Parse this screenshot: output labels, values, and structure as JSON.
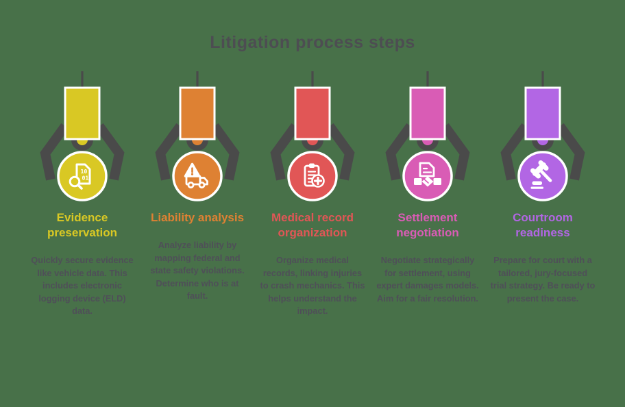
{
  "background_color": "#487149",
  "claw_color": "#4a4a4a",
  "text_color": "#4f4f58",
  "title": {
    "text": "Litigation process steps",
    "color": "#4d4d52"
  },
  "steps": [
    {
      "title": "Evidence preservation",
      "description": "Quickly secure evidence like vehicle data. This includes electronic logging device (ELD) data.",
      "color": "#d9c824",
      "icon": "evidence-search-icon"
    },
    {
      "title": "Liability analysis",
      "description": "Analyze liability by mapping federal and state safety violations. Determine who is at fault.",
      "color": "#de8133",
      "icon": "truck-warning-icon"
    },
    {
      "title": "Medical record organization",
      "description": "Organize medical records, linking injuries to crash mechanics. This helps understand the impact.",
      "color": "#e15656",
      "icon": "medical-clipboard-icon"
    },
    {
      "title": "Settlement negotiation",
      "description": "Negotiate strategically for settlement, using expert damages models. Aim for a fair resolution.",
      "color": "#d95cb5",
      "icon": "document-handshake-icon"
    },
    {
      "title": "Courtroom readiness",
      "description": "Prepare for court with a tailored, jury-focused trial strategy. Be ready to present the case.",
      "color": "#b266e4",
      "icon": "gavel-icon"
    }
  ]
}
